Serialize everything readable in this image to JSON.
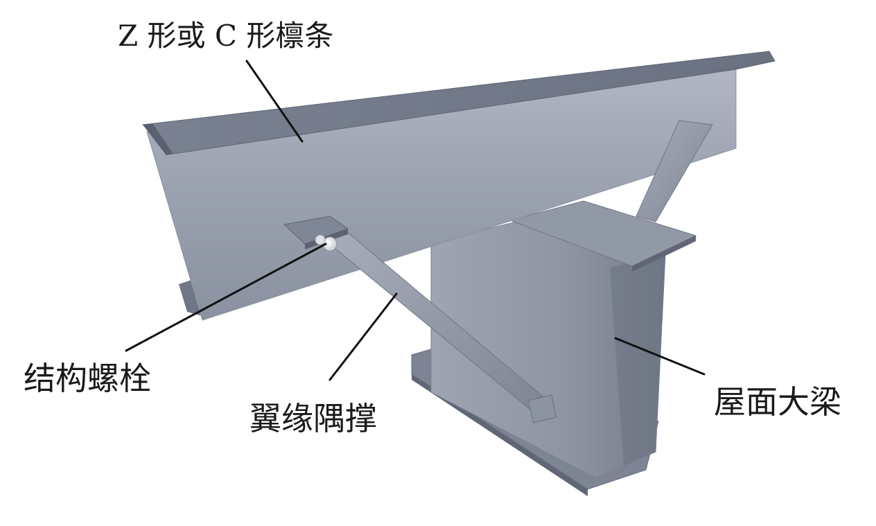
{
  "labels": {
    "purlin": "Z 形或 C 形檩条",
    "bolt": "结构螺栓",
    "flange_brace": "翼缘隅撑",
    "roof_beam": "屋面大梁"
  },
  "colors": {
    "steel_light": "#a3aab8",
    "steel_mid": "#8c93a2",
    "steel_dark": "#6e7584",
    "steel_shadow": "#5c6372",
    "leader": "#111111",
    "text": "#1a1a1a",
    "background": "#ffffff"
  }
}
